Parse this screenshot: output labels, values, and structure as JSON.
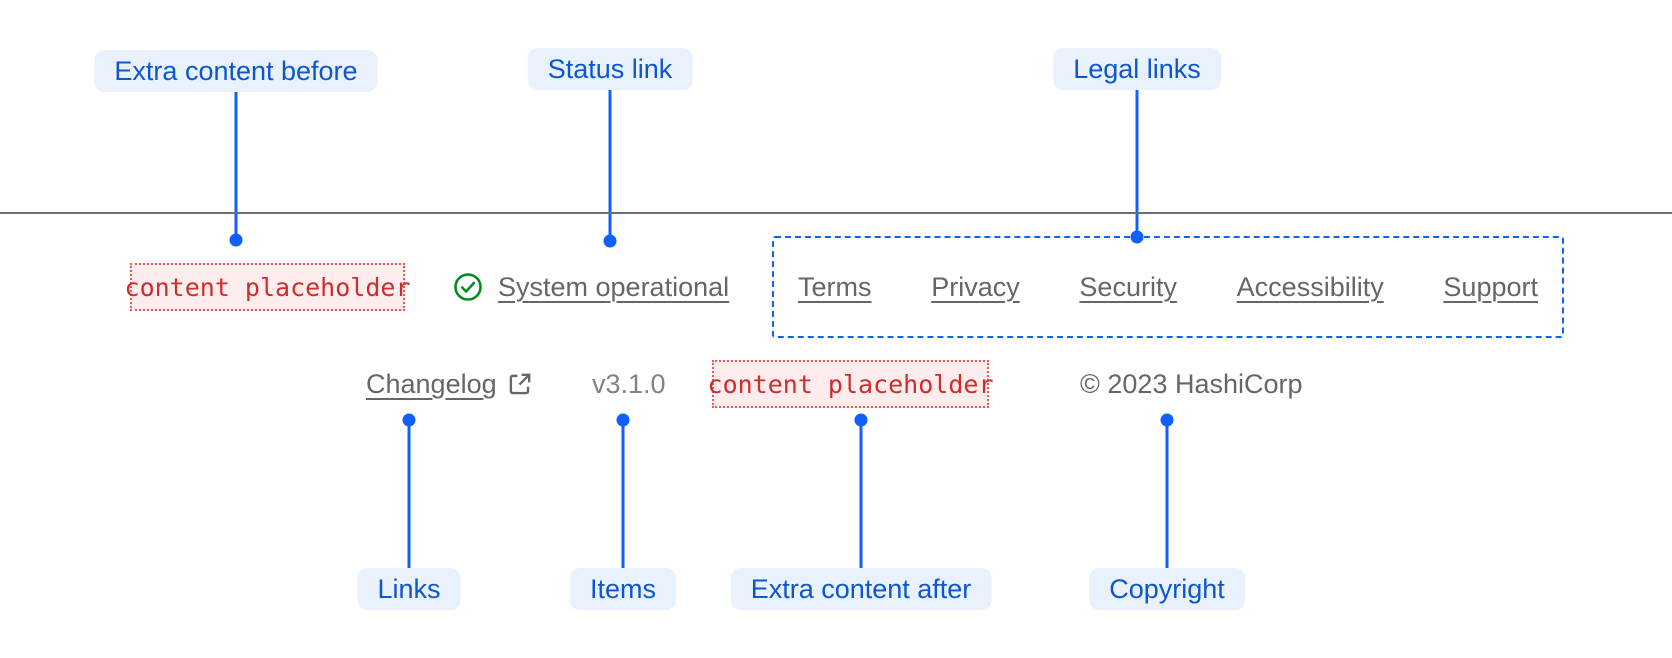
{
  "annotations": {
    "top": [
      {
        "label": "Extra content before"
      },
      {
        "label": "Status link"
      },
      {
        "label": "Legal links"
      }
    ],
    "bottom": [
      {
        "label": "Links"
      },
      {
        "label": "Items"
      },
      {
        "label": "Extra content after"
      },
      {
        "label": "Copyright"
      }
    ]
  },
  "footer": {
    "extra_content_before": "content placeholder",
    "status": {
      "label": "System operational"
    },
    "legal_links": [
      "Terms",
      "Privacy",
      "Security",
      "Accessibility",
      "Support"
    ],
    "links": [
      {
        "label": "Changelog",
        "external": true
      }
    ],
    "items": [
      "v3.1.0"
    ],
    "extra_content_after": "content placeholder",
    "copyright": "© 2023 HashiCorp"
  },
  "colors": {
    "annotation_blue": "#1060ff",
    "pill_background": "#e8f1fc",
    "pill_text": "#0c56d0",
    "placeholder_red": "#cf2d2d",
    "placeholder_background": "#ffecec",
    "link_gray": "#63666d",
    "status_green": "#008a22",
    "divider_gray": "#696d74"
  }
}
